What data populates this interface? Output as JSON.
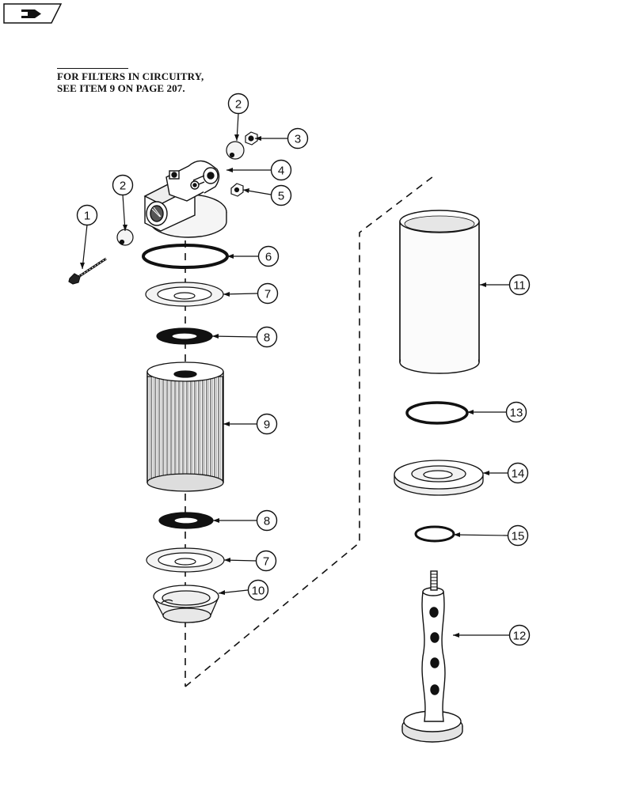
{
  "note": {
    "line1": "FOR FILTERS IN CIRCUITRY,",
    "line2": "SEE ITEM 9 ON PAGE 207."
  },
  "nav": {
    "icon": "arrow-right-icon"
  },
  "callouts": [
    "1",
    "2",
    "2",
    "3",
    "4",
    "5",
    "6",
    "7",
    "8",
    "9",
    "8",
    "7",
    "10",
    "11",
    "13",
    "14",
    "15",
    "12"
  ],
  "colors": {
    "ink": "#111111",
    "paper": "#ffffff",
    "shade": "#d6d6d6"
  }
}
